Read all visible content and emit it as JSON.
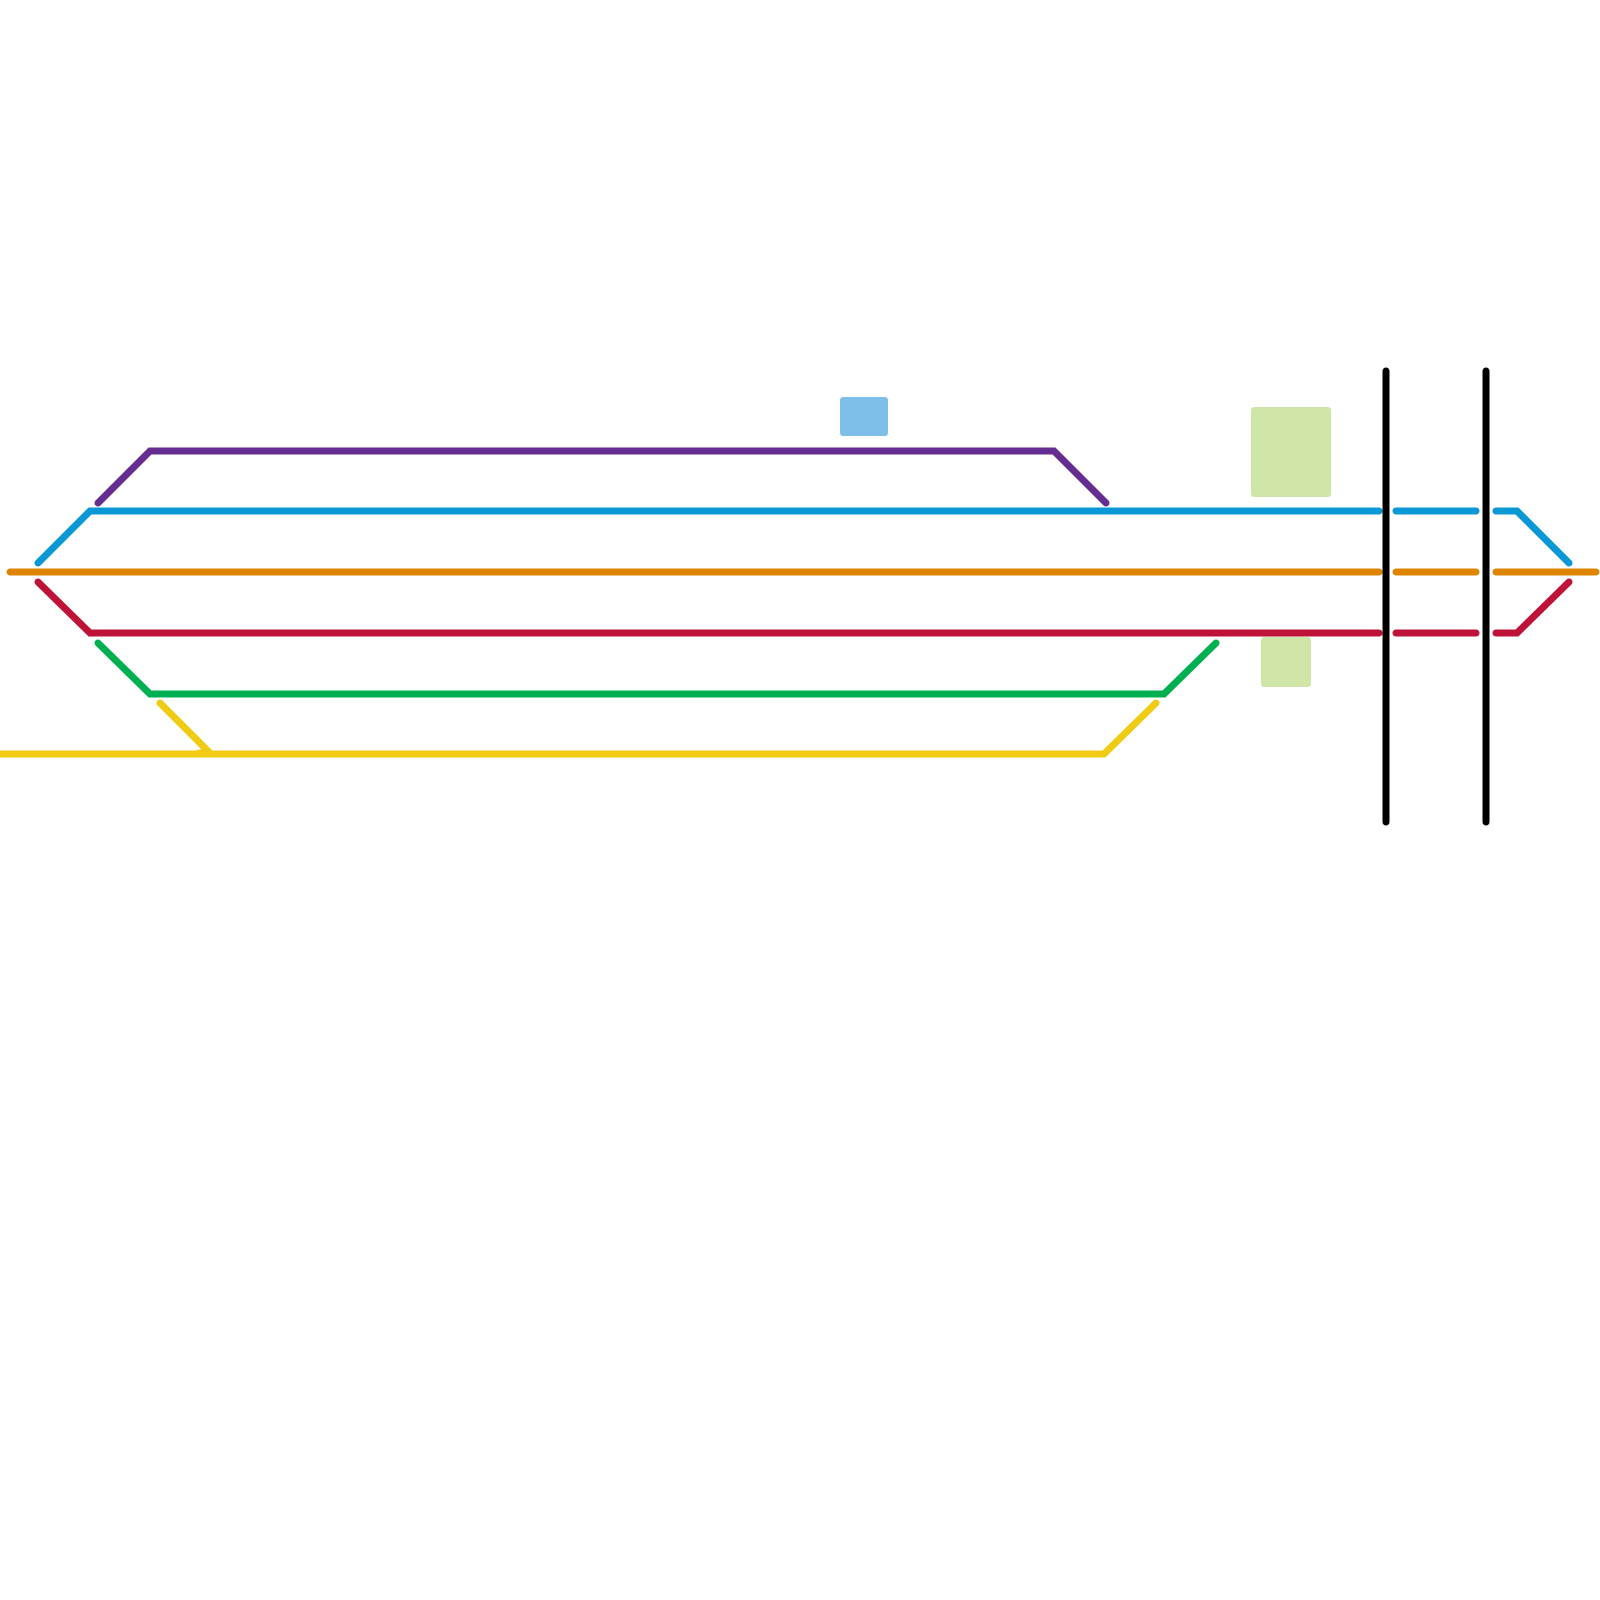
{
  "diagram": {
    "type": "track-diagram",
    "background": "#ffffff",
    "lines": [
      {
        "id": "purple",
        "name": "purple-line",
        "color": "#662d91"
      },
      {
        "id": "blue",
        "name": "blue-line",
        "color": "#0997d6"
      },
      {
        "id": "orange",
        "name": "orange-line",
        "color": "#dd8500"
      },
      {
        "id": "red",
        "name": "red-line",
        "color": "#be1238"
      },
      {
        "id": "green",
        "name": "green-line",
        "color": "#00b050"
      },
      {
        "id": "yellow",
        "name": "yellow-line",
        "color": "#f0cb14"
      }
    ],
    "barriers": [
      {
        "name": "barrier-left",
        "color": "#000000"
      },
      {
        "name": "barrier-right",
        "color": "#000000"
      }
    ],
    "areas": [
      {
        "name": "blue-area-marker",
        "color": "#7dbfe8"
      },
      {
        "name": "green-area-upper",
        "color": "#d0e6a8"
      },
      {
        "name": "green-area-lower",
        "color": "#d0e6a8"
      }
    ]
  }
}
